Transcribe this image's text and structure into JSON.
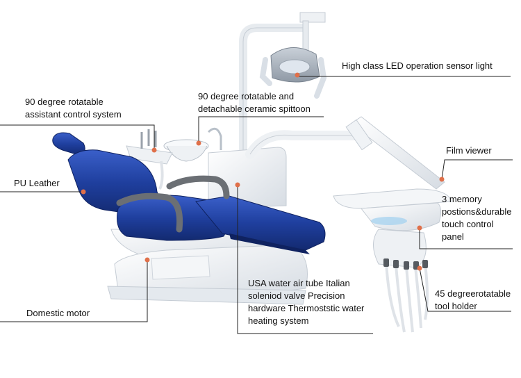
{
  "labels": {
    "led_light": "High class LED operation sensor light",
    "assistant_line1": "90 degree rotatable",
    "assistant_line2": "assistant control system",
    "spittoon_line1": "90 degree rotatable and",
    "spittoon_line2": "detachable ceramic spittoon",
    "film_viewer": "Film viewer",
    "pu_leather": "PU Leather",
    "memory_line1": "3 memory",
    "memory_line2": "postions&durable",
    "memory_line3": "touch control",
    "memory_line4": "panel",
    "usa_line1": "USA water air tube  Italian",
    "usa_line2": "soleniod valve  Precision",
    "usa_line3": "hardware  Thermoststic water",
    "usa_line4": "heating system",
    "tool_line1": "45 degreerotatable",
    "tool_line2": "tool holder",
    "motor": "Domestic motor"
  },
  "colors": {
    "upholstery": "#1f3f9e",
    "upholstery_dark": "#132a70",
    "frame": "#eef1f4",
    "frame_shade": "#cfd5dc",
    "armrest": "#6b6f74",
    "marker": "#e0704a",
    "leader": "#222222"
  }
}
